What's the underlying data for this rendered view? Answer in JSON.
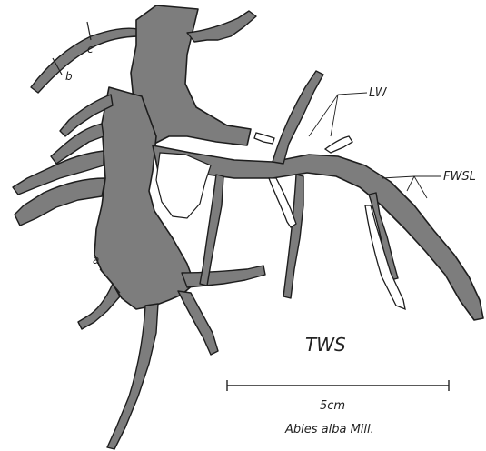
{
  "labels": {
    "lw": "LW",
    "fwsl": "FWSL",
    "tws": "TWS",
    "a": "a",
    "b": "b",
    "c": "c"
  },
  "scale_bar": {
    "length_label": "5cm"
  },
  "species": "Abies alba Mill.",
  "colors": {
    "root_fill": "#7d7d7d",
    "outline": "#1d1d1d",
    "background": "#ffffff"
  }
}
